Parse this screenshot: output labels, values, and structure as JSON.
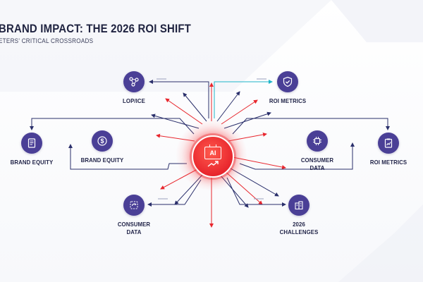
{
  "header": {
    "title": "BRAND IMPACT: THE 2026 ROI SHIFT",
    "subtitle": "ETERS' CRITICAL CROSSROADS"
  },
  "hub": {
    "label": "AI",
    "icon": "ai-chip-icon",
    "color": "#e8262d"
  },
  "nodes": [
    {
      "key": "lopice",
      "label": "LOP/ICE",
      "icon": "network-nodes-icon"
    },
    {
      "key": "roi-metrics-top",
      "label": "ROI METRICS",
      "icon": "shield-check-icon"
    },
    {
      "key": "brand-equity-left",
      "label": "BRAND EQUITY",
      "icon": "document-list-icon"
    },
    {
      "key": "brand-equity-inner",
      "label": "BRAND EQUITY",
      "icon": "dollar-coin-icon"
    },
    {
      "key": "consumer-data-right",
      "label": "CONSUMER\nDATA",
      "icon": "microchip-icon"
    },
    {
      "key": "roi-metrics-right",
      "label": "ROI METRICS",
      "icon": "clipboard-chart-icon"
    },
    {
      "key": "consumer-data-bottom",
      "label": "CONSUMER\nDATA",
      "icon": "data-sync-icon"
    },
    {
      "key": "challenges-2026",
      "label": "2026\nCHALLENGES",
      "icon": "building-chart-icon"
    }
  ],
  "colors": {
    "navy": "#2a2f6b",
    "purple": "#4a3f96",
    "red": "#e8262d",
    "teal": "#1fb5c9"
  }
}
